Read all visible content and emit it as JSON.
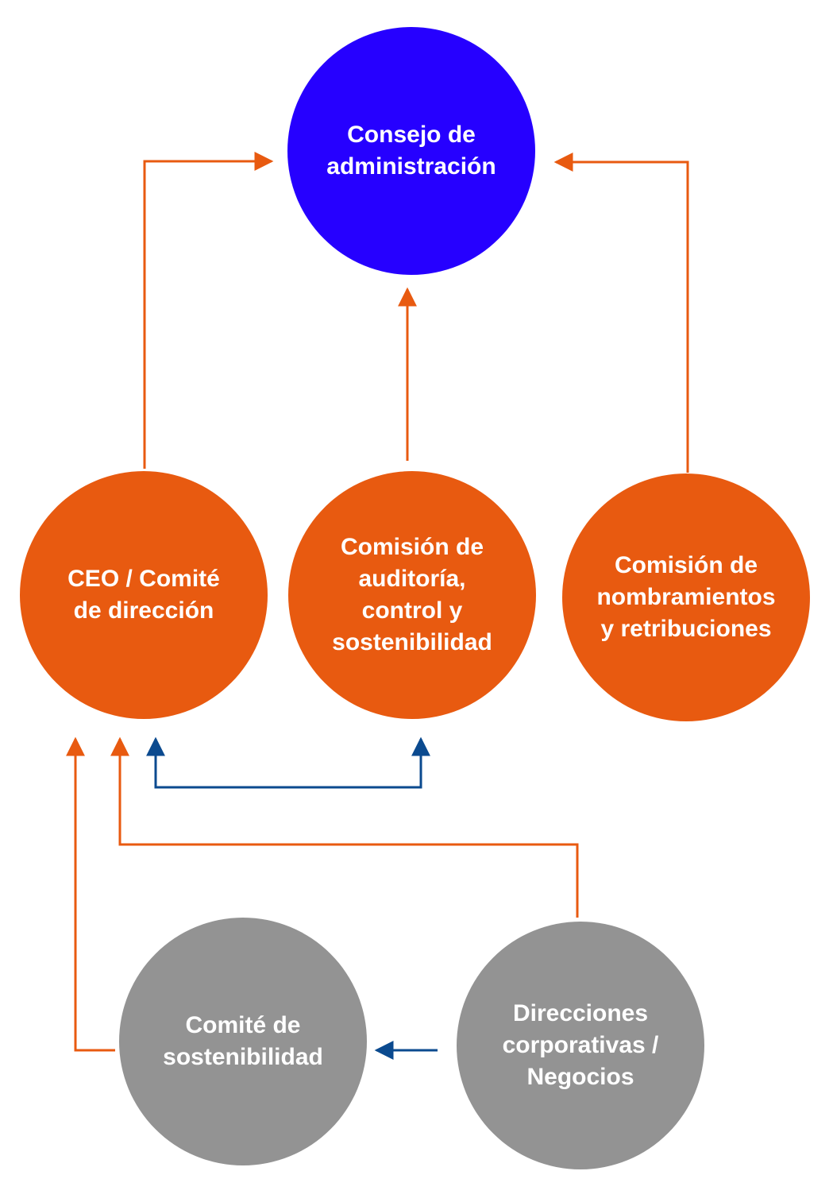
{
  "colors": {
    "board": "#2600ff",
    "committee": "#e85a10",
    "management": "#939393",
    "arrow_orange": "#e85a10",
    "arrow_blue": "#0b4a8f"
  },
  "nodes": {
    "board": "Consejo de\nadministración",
    "ceo": "CEO / Comité\nde dirección",
    "audit": "Comisión de\nauditoría,\ncontrol y\nsostenibilidad",
    "appointments": "Comisión de\nnombramientos\ny retribuciones",
    "sustainability": "Comité de\nsostenibilidad",
    "directorates": "Direcciones\ncorporativas /\nNegocios"
  }
}
